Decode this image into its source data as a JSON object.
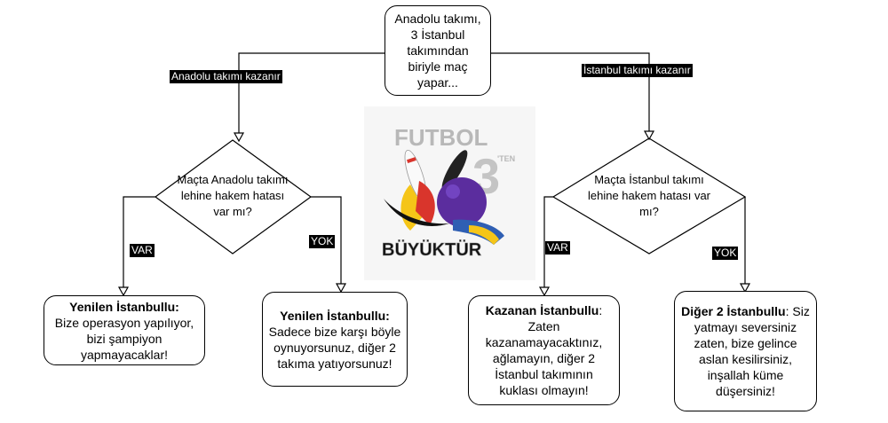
{
  "diagram": {
    "start": {
      "text": "Anadolu takımı, 3 İstanbul takımından biriyle maç yapar..."
    },
    "edges": {
      "left_branch": "Anadolu takımı kazanır",
      "right_branch": "İstanbul takımı kazanır",
      "left_yes": "VAR",
      "left_no": "YOK",
      "right_yes": "VAR",
      "right_no": "YOK"
    },
    "decisions": {
      "left": "Maçta Anadolu takımı lehine hakem hatası var mı?",
      "right": "Maçta İstanbul takımı lehine hakem hatası var mı?"
    },
    "outcomes": [
      {
        "title": "Yenilen İstanbullu:",
        "text": "Bize operasyon yapılıyor, bizi şampiyon yapmayacaklar!"
      },
      {
        "title": "Yenilen İstanbullu:",
        "text": "Sadece bize karşı böyle oynuyorsunuz, diğer 2 takıma yatıyorsunuz!"
      },
      {
        "title": "Kazanan İstanbullu",
        "text": ": Zaten kazanamayacaktınız, ağlamayın, diğer 2 İstanbul takımının kuklası olmayın!"
      },
      {
        "title": "Diğer 2 İstanbullu",
        "text": ": Siz yatmayı seversiniz zaten, bize gelince aslan kesilirsiniz, inşallah küme düşersiniz!"
      }
    ]
  },
  "logo": {
    "text_top": "FUTBOL",
    "text_num": "3",
    "text_sup": "'TEN",
    "text_bottom": "BÜYÜKTÜR",
    "colors": {
      "ball": "#5b2d9e",
      "pin_red": "#d9352c",
      "pin_yellow": "#f5c518",
      "pin_blue": "#2f5fb3",
      "gray": "#b8b8b8"
    }
  }
}
